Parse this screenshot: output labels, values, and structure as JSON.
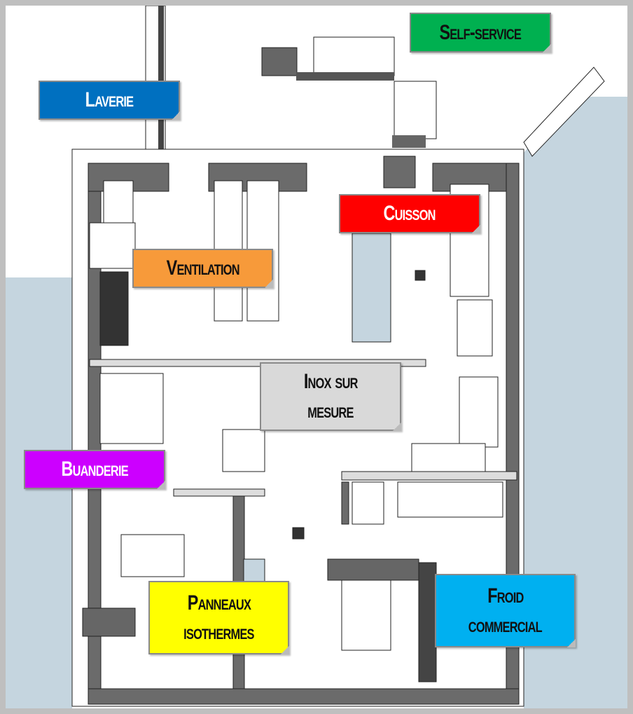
{
  "labels": {
    "self_service": {
      "text": "Self-service",
      "color": "#00b050"
    },
    "laverie": {
      "text": "Laverie",
      "color": "#0070c0"
    },
    "cuisson": {
      "text": "Cuisson",
      "color": "#ff0000"
    },
    "ventilation": {
      "text": "Ventilation",
      "color": "#f79a3a"
    },
    "inox": {
      "line1": "Inox sur",
      "line2": "mesure",
      "color": "#d9d9d9"
    },
    "buanderie": {
      "text": "Buanderie",
      "color": "#cc00ff"
    },
    "panneaux": {
      "line1": "Panneaux",
      "line2": "isothermes",
      "color": "#ffff00"
    },
    "froid": {
      "line1": "Froid",
      "line2": "commercial",
      "color": "#00b0f0"
    }
  }
}
